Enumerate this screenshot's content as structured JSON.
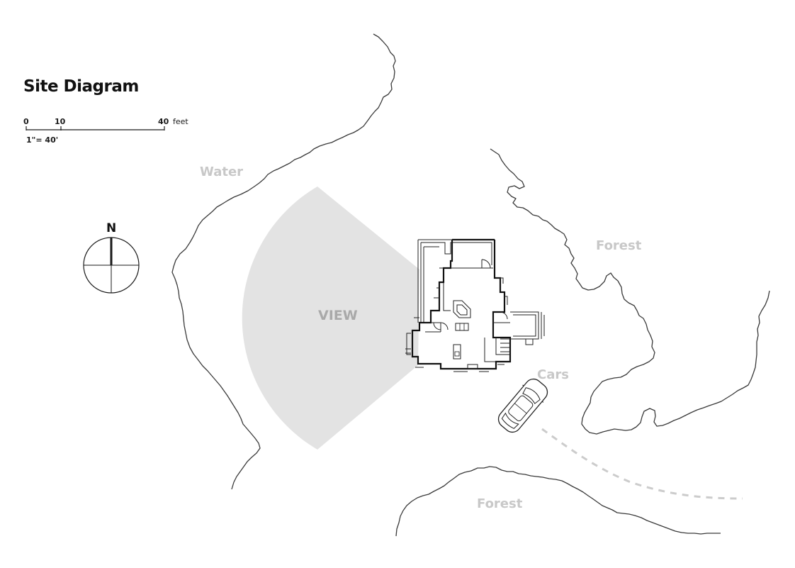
{
  "title": "Site Diagram",
  "scale": {
    "ticks": [
      "0",
      "10",
      "40"
    ],
    "unit": "feet",
    "ratio": "1\"= 40'"
  },
  "north": {
    "label": "N"
  },
  "labels": {
    "water": "Water",
    "forest_east": "Forest",
    "forest_south": "Forest",
    "cars": "Cars",
    "view": "VIEW"
  },
  "colors": {
    "view_cone": "#e3e3e3",
    "label_grey": "#c8c8c8",
    "view_text": "#a9a9a9",
    "driveway_dash": "#cccccc",
    "line": "#3a3a3a"
  }
}
